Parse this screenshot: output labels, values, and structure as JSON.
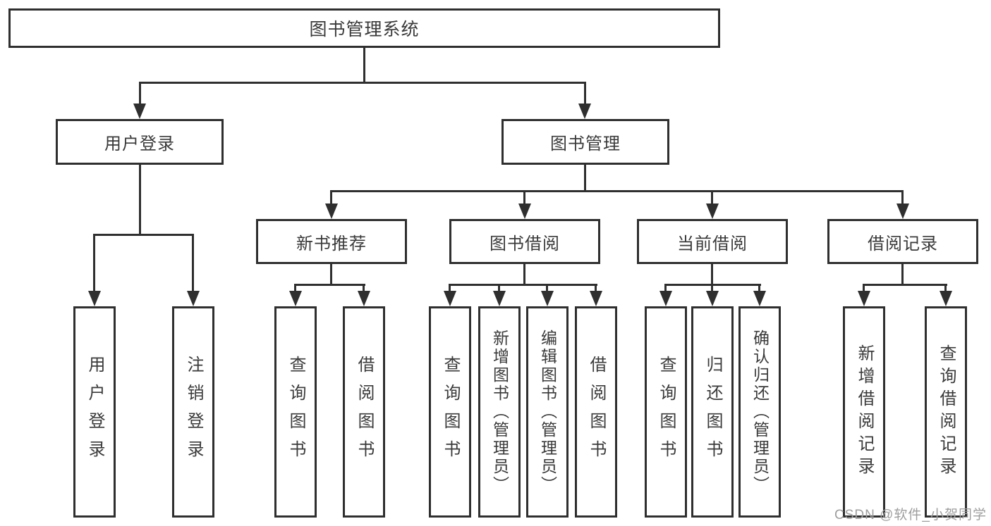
{
  "diagram": {
    "title": "图书管理系统",
    "level2": {
      "user_login": "用户登录",
      "book_mgmt": "图书管理"
    },
    "level3": {
      "new_book_rec": "新书推荐",
      "book_borrow": "图书借阅",
      "current_borrow": "当前借阅",
      "borrow_records": "借阅记录"
    },
    "leaves": {
      "login": "用户登录",
      "logout": "注销登录",
      "rec_query": "查询图书",
      "rec_borrow": "借阅图书",
      "borrow_query": "查询图书",
      "borrow_add": "新增图书（管理员）",
      "borrow_edit": "编辑图书（管理员）",
      "borrow_borrow": "借阅图书",
      "cur_query": "查询图书",
      "cur_return": "归还图书",
      "cur_confirm": "确认归还（管理员）",
      "records_add": "新增借阅记录",
      "records_query": "查询借阅记录"
    }
  },
  "watermark": "CSDN @软件_小贺同学",
  "colors": {
    "line": "#2f2f2f",
    "text": "#3a3a3a",
    "watermark": "#9e9e9e",
    "background": "#ffffff"
  }
}
